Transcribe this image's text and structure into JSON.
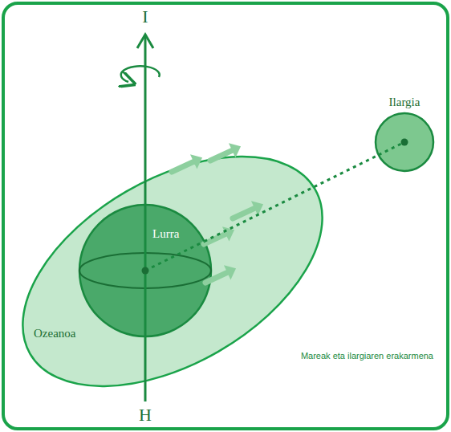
{
  "diagram": {
    "caption": "Mareak eta ilargiaren erakarmena",
    "nodes": [
      {
        "text": [
          "Ozeanoa"
        ]
      },
      {
        "text": [
          "Lurra"
        ],
        "in": 0
      },
      {
        "text": [
          "Ilargia"
        ]
      }
    ],
    "edges": [
      {
        "from": 1,
        "to": 2,
        "arrow": "none"
      }
    ],
    "labels": [
      "I",
      "H"
    ]
  }
}
